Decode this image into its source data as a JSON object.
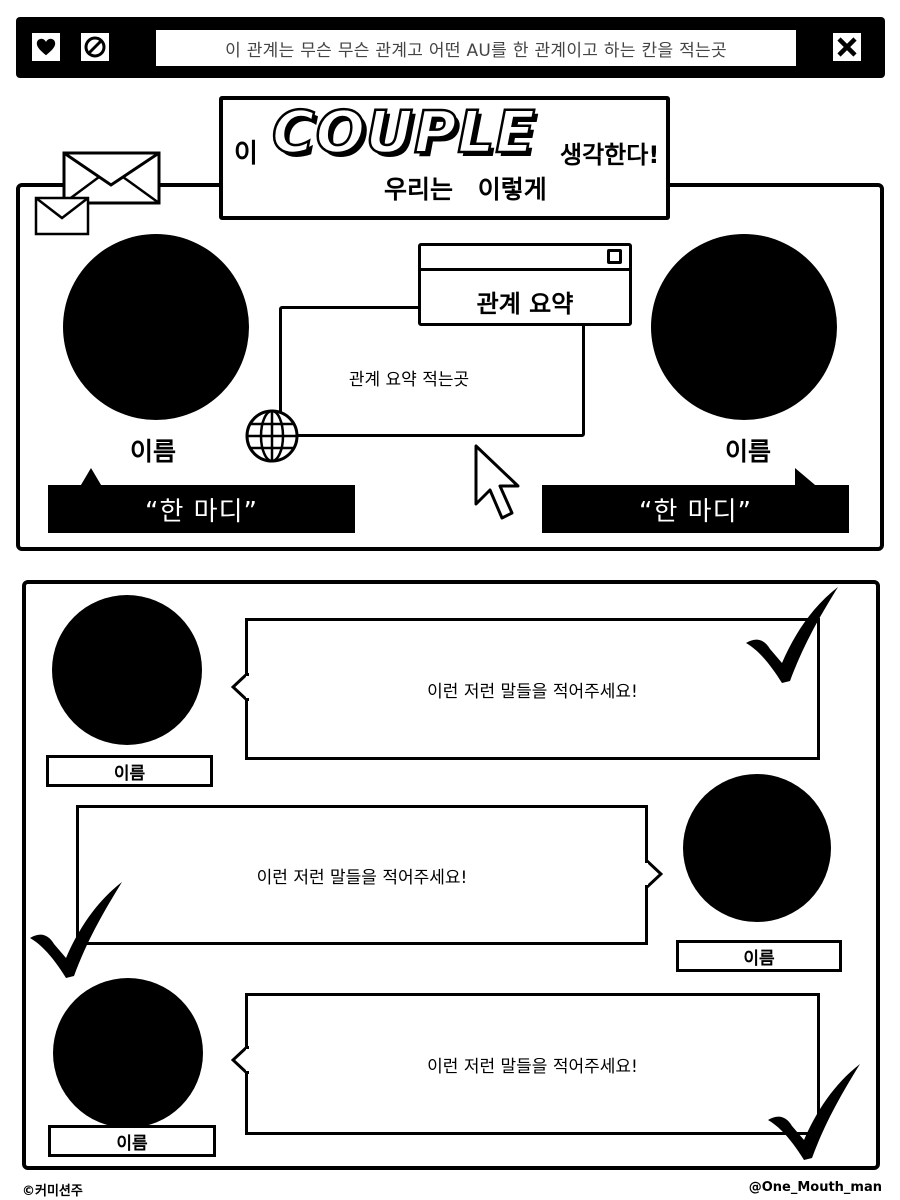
{
  "header": {
    "address_text": "이 관계는 무슨 무슨 관계고 어떤 AU를 한 관계이고 하는 칸을 적는곳",
    "icons": [
      "heart-icon",
      "forbidden-icon",
      "close-icon"
    ]
  },
  "title": {
    "prefix": "이",
    "main": "COUPLE",
    "suffix": "생각한다!",
    "line2": "우리는 이렇게"
  },
  "summary": {
    "window_title": "관계 요약",
    "body": "관계 요약 적는곳"
  },
  "left_person": {
    "name": "이름",
    "quote": "“한 마디”"
  },
  "right_person": {
    "name": "이름",
    "quote": "“한 마디”"
  },
  "dialogues": [
    {
      "text": "이런 저런 말들을 적어주세요!",
      "name": "이름"
    },
    {
      "text": "이런 저런 말들을 적어주세요!",
      "name": "이름"
    },
    {
      "text": "이런 저런 말들을 적어주세요!",
      "name": "이름"
    }
  ],
  "footer": {
    "left": "©커미션주",
    "right": "@One_Mouth_man"
  }
}
